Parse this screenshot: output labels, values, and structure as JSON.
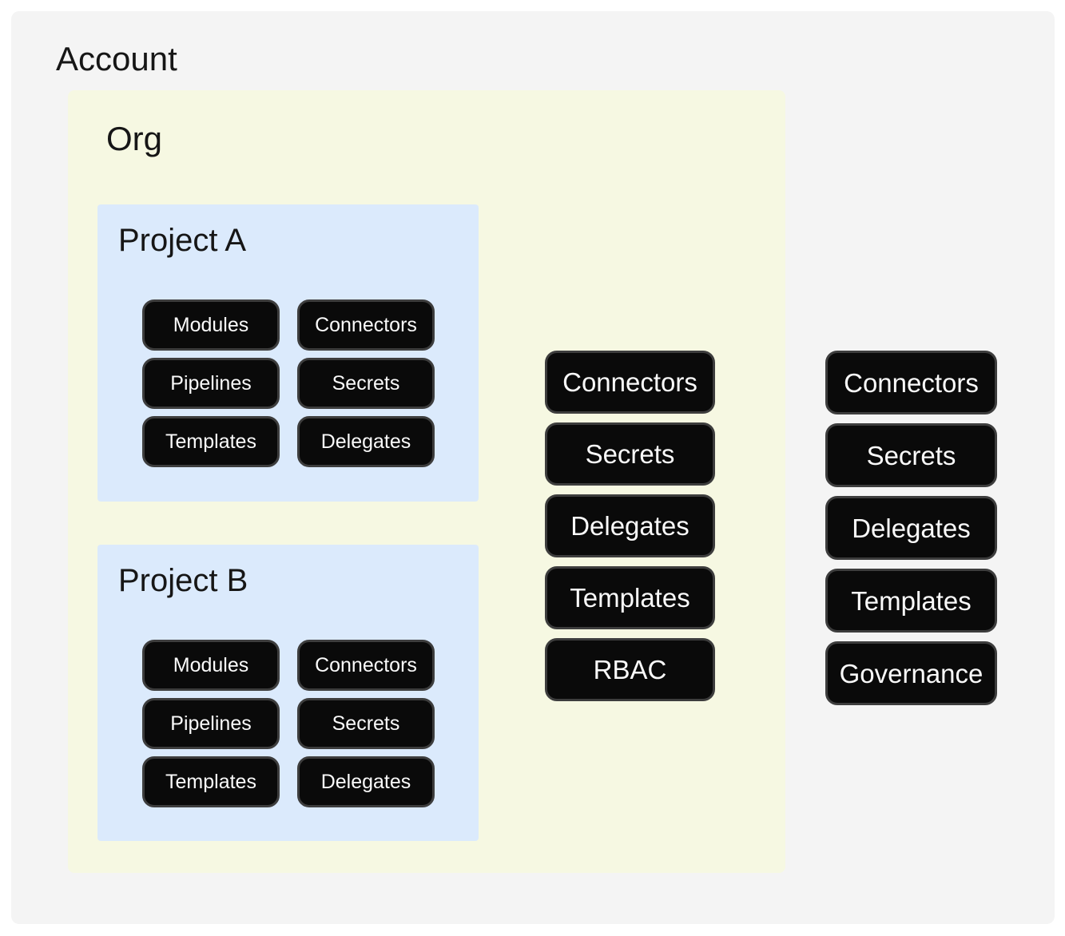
{
  "colors": {
    "page_bg": "#ffffff",
    "account_bg": "#f4f4f4",
    "org_bg": "#f6f8e2",
    "project_bg": "#dbeafc",
    "node_bg": "#0a0a0a",
    "node_border": "#3d3d3d",
    "node_text": "#fafafa",
    "title_text": "#161616"
  },
  "account": {
    "title": "Account",
    "nodes": [
      "Connectors",
      "Secrets",
      "Delegates",
      "Templates",
      "Governance"
    ]
  },
  "org": {
    "title": "Org",
    "nodes": [
      "Connectors",
      "Secrets",
      "Delegates",
      "Templates",
      "RBAC"
    ],
    "projects": [
      {
        "title": "Project A",
        "nodes": [
          "Modules",
          "Connectors",
          "Pipelines",
          "Secrets",
          "Templates",
          "Delegates"
        ]
      },
      {
        "title": "Project B",
        "nodes": [
          "Modules",
          "Connectors",
          "Pipelines",
          "Secrets",
          "Templates",
          "Delegates"
        ]
      }
    ]
  }
}
